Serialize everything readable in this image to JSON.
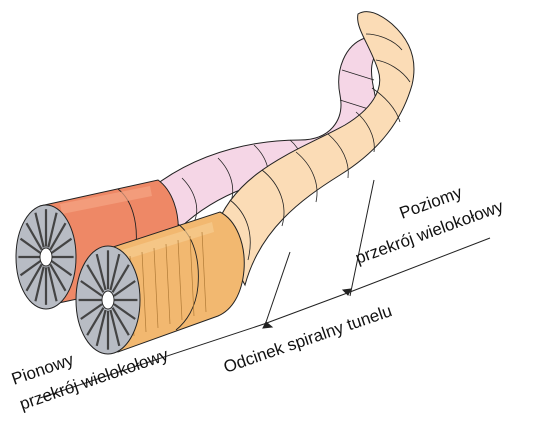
{
  "labels": {
    "vertical_line1": "Pionowy",
    "vertical_line2": "przekrój wielokołowy",
    "spiral": "Odcinek spiralny tunelu",
    "horizontal_line1": "Poziomy",
    "horizontal_line2": "przekrój wielokołowy"
  },
  "colors": {
    "red_shield": "#ee8866",
    "red_shield_light": "#f5a584",
    "orange_shield": "#f2b870",
    "orange_shield_light": "#f7cc90",
    "tunnel_pink": "#f5d6e6",
    "tunnel_peach": "#fbdcb6",
    "cutter_face": "#b8bcc4",
    "outline": "#222222"
  }
}
